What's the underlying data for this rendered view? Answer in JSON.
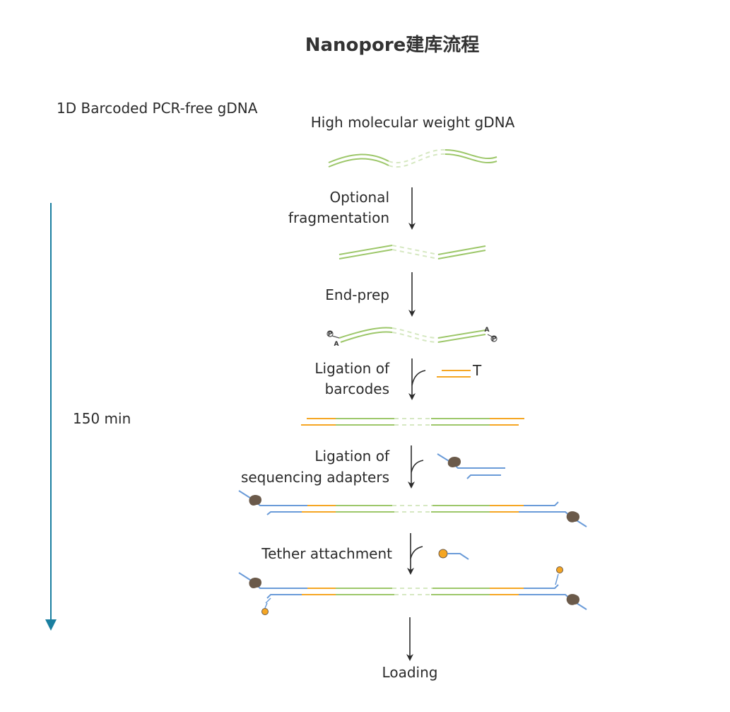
{
  "title": "Nanopore建库流程",
  "protocol_name": "1D Barcoded PCR-free gDNA",
  "duration": "150 min",
  "start_label": "High molecular weight gDNA",
  "steps": [
    {
      "line1": "Optional",
      "line2": "fragmentation"
    },
    {
      "line1": "End-prep"
    },
    {
      "line1": "Ligation of",
      "line2": "barcodes",
      "reagent_mark": "T"
    },
    {
      "line1": "Ligation of",
      "line2": "sequencing adapters"
    },
    {
      "line1": "Tether attachment"
    },
    {
      "line1": "Loading"
    }
  ],
  "end_marks": {
    "phosphate": "P",
    "a_tail": "A"
  },
  "colors": {
    "dna": "#9dc76a",
    "barcode": "#f5a623",
    "adapter": "#6a9bd8",
    "motor_protein": "#6b5a4a",
    "timeline": "#1a7fa0"
  }
}
